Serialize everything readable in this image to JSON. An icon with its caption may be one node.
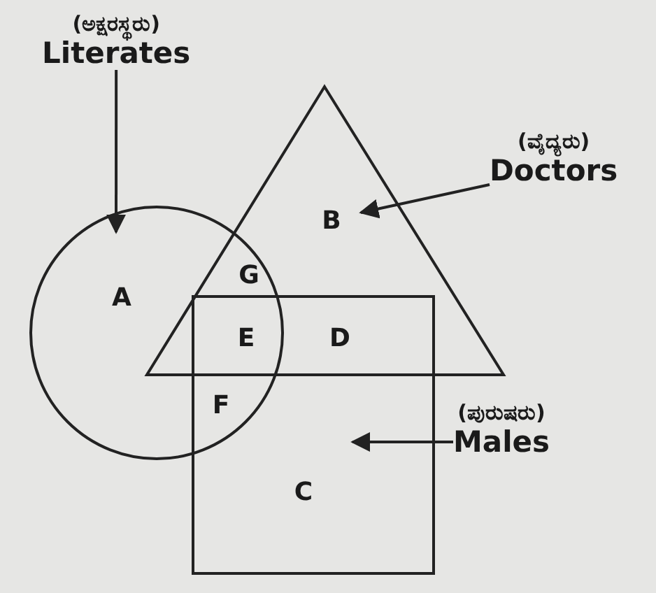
{
  "diagram": {
    "nodes": [
      {
        "text": [
          "(ಅಕ್ಷರಸ್ಥರು)",
          "Literates"
        ]
      },
      {
        "text": [],
        "shape": "circle"
      },
      {
        "text": [
          "(ವೈದ್ಯರು)",
          "Doctors"
        ]
      },
      {
        "text": [],
        "shape": "triangle"
      },
      {
        "text": [
          "(ಪುರುಷರು)",
          "Males"
        ]
      },
      {
        "text": [],
        "shape": "box"
      }
    ],
    "edges": [
      {
        "from": 0,
        "to": 1,
        "arrow": "to"
      },
      {
        "from": 2,
        "to": 3,
        "arrow": "to"
      },
      {
        "from": 4,
        "to": 5,
        "arrow": "to"
      }
    ],
    "labels": [
      "A",
      "B",
      "G",
      "E",
      "D",
      "F",
      "C"
    ]
  }
}
